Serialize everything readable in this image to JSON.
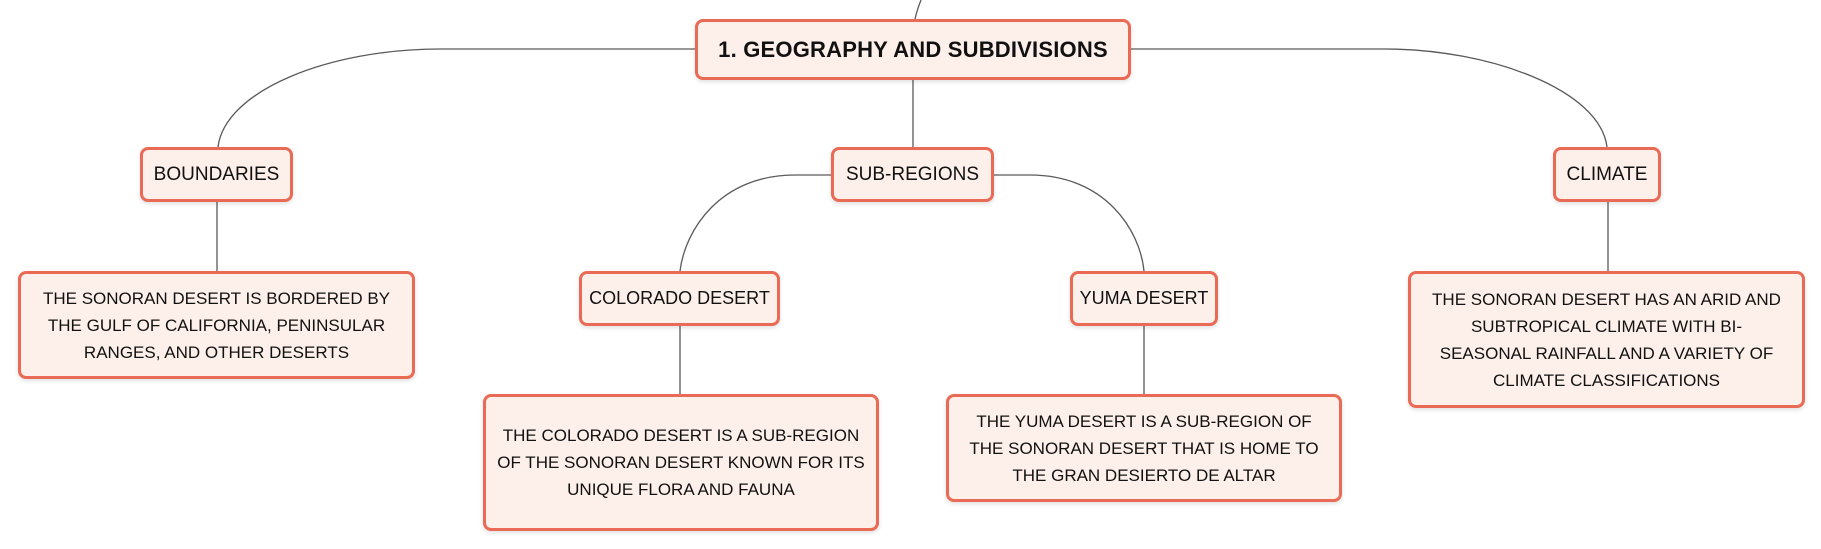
{
  "diagram": {
    "root": {
      "label": "1. GEOGRAPHY AND SUBDIVISIONS"
    },
    "branches": {
      "boundaries": {
        "label": "BOUNDARIES",
        "detail": "THE SONORAN DESERT IS BORDERED BY THE GULF OF CALIFORNIA, PENINSULAR RANGES, AND OTHER DESERTS"
      },
      "subregions": {
        "label": "SUB-REGIONS",
        "children": {
          "colorado": {
            "label": "COLORADO DESERT",
            "detail": "THE COLORADO DESERT IS A SUB-REGION OF THE SONORAN DESERT KNOWN FOR ITS UNIQUE FLORA AND FAUNA"
          },
          "yuma": {
            "label": "YUMA DESERT",
            "detail": "THE YUMA DESERT IS A SUB-REGION OF THE SONORAN DESERT THAT IS HOME TO THE GRAN DESIERTO DE ALTAR"
          }
        }
      },
      "climate": {
        "label": "CLIMATE",
        "detail": "THE SONORAN DESERT HAS AN ARID AND SUBTROPICAL CLIMATE WITH BI-SEASONAL RAINFALL AND A VARIETY OF CLIMATE CLASSIFICATIONS"
      }
    }
  },
  "colors": {
    "node_fill": "#fdefe9",
    "node_border": "#ea6b55",
    "connector": "#555555",
    "text": "#111111"
  }
}
